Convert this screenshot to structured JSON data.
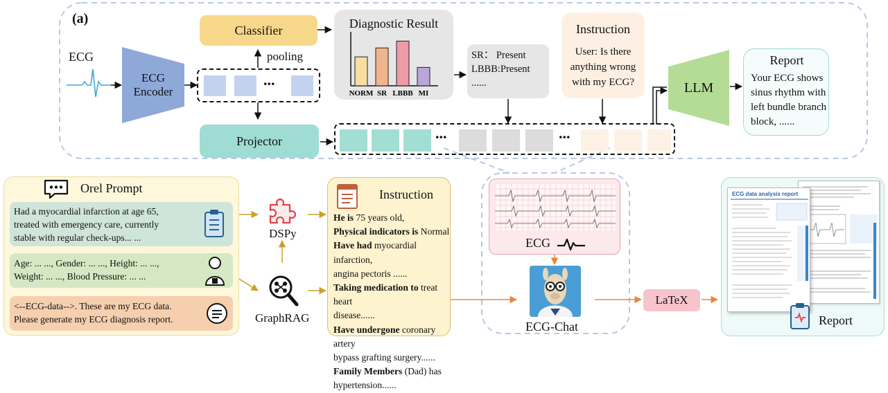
{
  "panel_a": {
    "label": "(a)",
    "ecg_label": "ECG",
    "encoder_label": [
      "ECG",
      "Encoder"
    ],
    "classifier_label": "Classifier",
    "pooling_label": "pooling",
    "feature_ellipsis": "...",
    "projector_label": "Projector",
    "diagnostic": {
      "title": "Diagnostic Result",
      "bars": [
        {
          "label": "NORM",
          "value": 0.55,
          "color": "#f6df9f"
        },
        {
          "label": "SR",
          "value": 0.72,
          "color": "#f2b48c"
        },
        {
          "label": "LBBB",
          "value": 0.85,
          "color": "#ef9aa7"
        },
        {
          "label": "MI",
          "value": 0.35,
          "color": "#b9a7dc"
        }
      ]
    },
    "sr_box": {
      "lines": [
        "SR： Present",
        "LBBB:Present",
        "......"
      ]
    },
    "instruction": {
      "title": "Instruction",
      "lines": [
        "User: Is there",
        "anything wrong",
        "with my ECG?"
      ]
    },
    "llm_label": "LLM",
    "report": {
      "title": "Report",
      "lines": [
        "Your ECG shows",
        "sinus rhythm with",
        "left bundle branch",
        "block, ......"
      ]
    },
    "token_ellipsis": [
      "...",
      "..."
    ]
  },
  "panel_b": {
    "orel": {
      "title": "Orel Prompt",
      "card1": [
        "Had a myocardial infarction at age 65,",
        "treated with emergency care, currently",
        "stable with regular check-ups... ..."
      ],
      "card2": [
        "Age: ... ..., Gender: ... ..., Height: ... ...,",
        "Weight: ... ..., Blood Pressure: ... ..."
      ],
      "card3": [
        "<--ECG-data-->. These are my ECG data.",
        "Please generate my ECG diagnosis report."
      ]
    },
    "dspy_label": "DSPy",
    "graphrag_label": "GraphRAG",
    "instruction": {
      "title": "Instruction",
      "lines": [
        {
          "bold": "He is",
          "normal": " 75 years old,"
        },
        {
          "bold": "Physical indicators is",
          "normal": " Normal"
        },
        {
          "bold": "Have had",
          "normal": " myocardial infarction,"
        },
        {
          "bold": "",
          "normal": "angina pectoris ......"
        },
        {
          "bold": "Taking medication to",
          "normal": " treat heart"
        },
        {
          "bold": "",
          "normal": "disease......"
        },
        {
          "bold": "Have undergone",
          "normal": " coronary artery"
        },
        {
          "bold": "",
          "normal": "bypass grafting surgery......"
        },
        {
          "bold": "Family Members",
          "normal": " (Dad) has"
        },
        {
          "bold": "",
          "normal": "hypertension......"
        }
      ]
    },
    "ecg_box_label": "ECG",
    "ecg_chat_label": "ECG-Chat",
    "latex_label": "LaTeX",
    "report_doc_title": "ECG data analysis report",
    "report_label": "Report"
  },
  "colors": {
    "encoder": "#8ea9d8",
    "classifier": "#f7d88a",
    "projector": "#9fdcd3",
    "llm": "#b5dc96",
    "feature": "#c3d2ee",
    "token_teal": "#a3ded5",
    "token_gray": "#dcdcdc",
    "token_peach": "#fdf1e6",
    "dashed": "#b8c7e6",
    "arrow_orange": "#e8863e",
    "arrow_gold": "#c9a227"
  }
}
